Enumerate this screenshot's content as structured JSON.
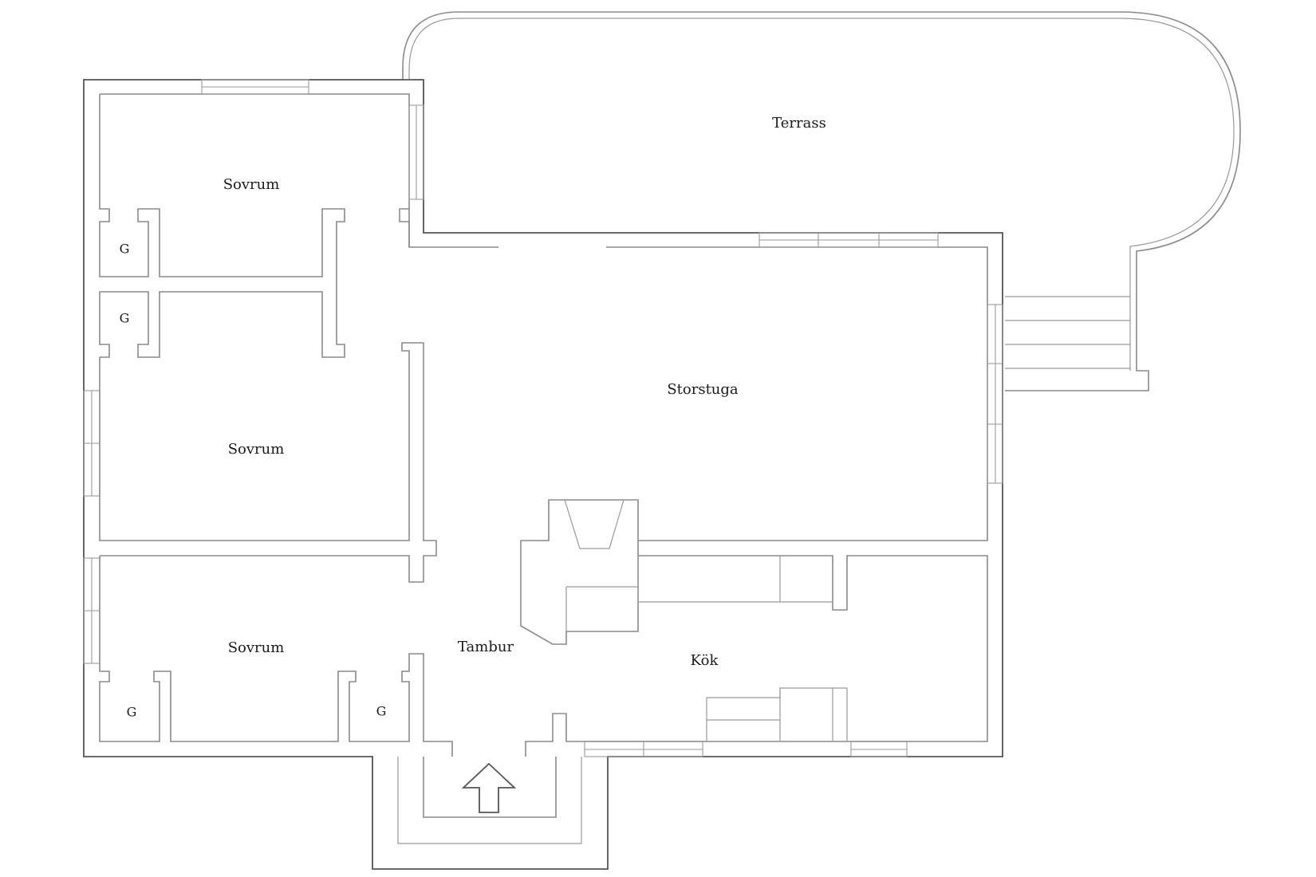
{
  "rooms": {
    "terrace": "Terrass",
    "bedroom_top": "Sovrum",
    "bedroom_middle": "Sovrum",
    "bedroom_bottom": "Sovrum",
    "living_room": "Storstuga",
    "entrance": "Tambur",
    "kitchen": "Kök"
  },
  "closets": {
    "closet_1": "G",
    "closet_2": "G",
    "closet_3": "G",
    "closet_4": "G"
  },
  "icons": {
    "entrance_arrow": "arrow-up-icon"
  }
}
